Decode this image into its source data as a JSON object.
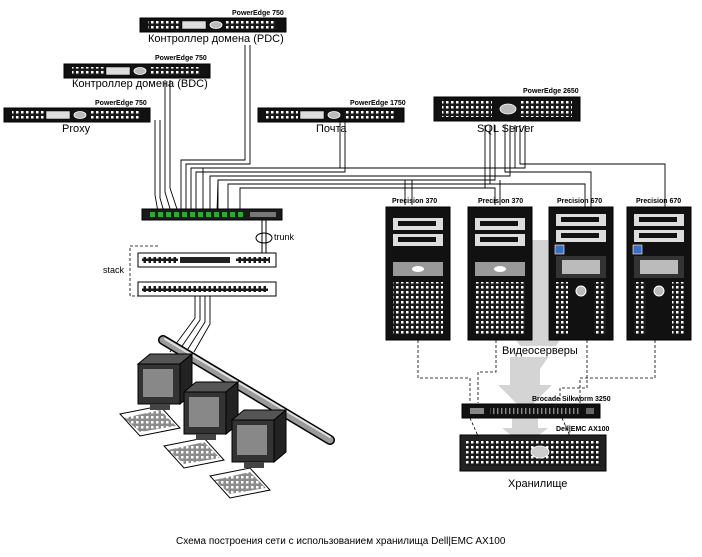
{
  "servers": {
    "pdc": {
      "model": "PowerEdge 750",
      "name": "Контроллер домена (PDC)"
    },
    "bdc": {
      "model": "PowerEdge 750",
      "name": "Контроллер домена (BDC)"
    },
    "proxy": {
      "model": "PowerEdge 750",
      "name": "Proxy"
    },
    "mail": {
      "model": "PowerEdge 1750",
      "name": "Почта"
    },
    "sql": {
      "model": "PowerEdge 2650",
      "name": "SQL Server"
    }
  },
  "network": {
    "trunk_label": "trunk",
    "stack_label": "stack"
  },
  "video_servers": {
    "group_label": "Видеосерверы",
    "towers": [
      {
        "model": "Precision 370"
      },
      {
        "model": "Precision 370"
      },
      {
        "model": "Precision 670"
      },
      {
        "model": "Precision 670"
      }
    ]
  },
  "storage": {
    "switch_model": "Brocade Silkworm 3250",
    "array_model": "Dell|EMC AX100",
    "label": "Хранилище"
  },
  "caption": "Схема построения сети с использованием хранилища Dell|EMC AX100",
  "colors": {
    "port_led": "#2fa83a",
    "stroke": "#000000",
    "gray_arrow": "#d4d4d4"
  }
}
